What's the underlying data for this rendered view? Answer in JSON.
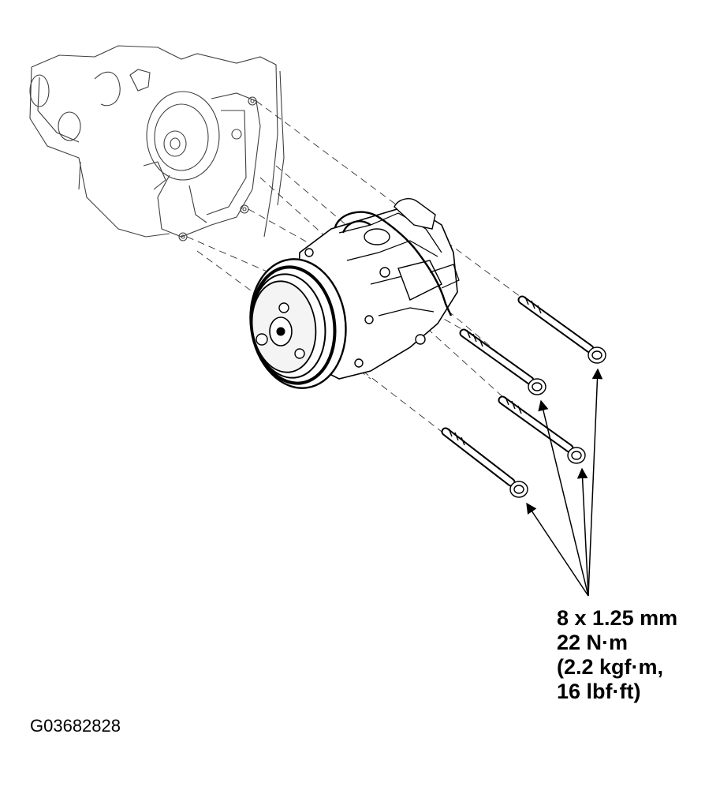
{
  "spec": {
    "line1": "8 x 1.25 mm",
    "line2": "22 N·m",
    "line3": "(2.2 kgf·m,",
    "line4": "16 lbf·ft)"
  },
  "figure_code": "G03682828",
  "colors": {
    "ink": "#000000",
    "background": "#ffffff"
  }
}
